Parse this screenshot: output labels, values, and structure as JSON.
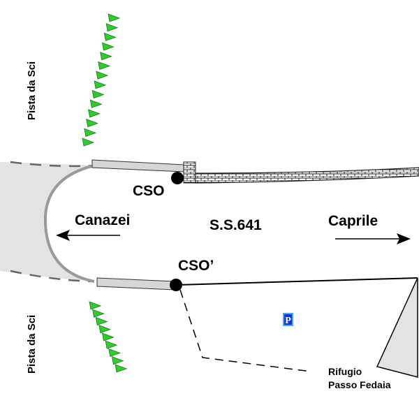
{
  "labels": {
    "cso": "CSO",
    "cso_prime": "CSO’",
    "canazei": "Canazei",
    "road": "S.S.641",
    "caprile": "Caprile",
    "ski_top": "Pista da Sci",
    "ski_bottom": "Pista da Sci",
    "rifugio_line1": "Rifugio",
    "rifugio_line2": "Passo Fedaia",
    "parking": "P"
  },
  "colors": {
    "gray_fill": "#e3e3e3",
    "curve_gray": "#9a9a9a",
    "green": "#2ecc2e",
    "parking_blue": "#1a8fff"
  }
}
